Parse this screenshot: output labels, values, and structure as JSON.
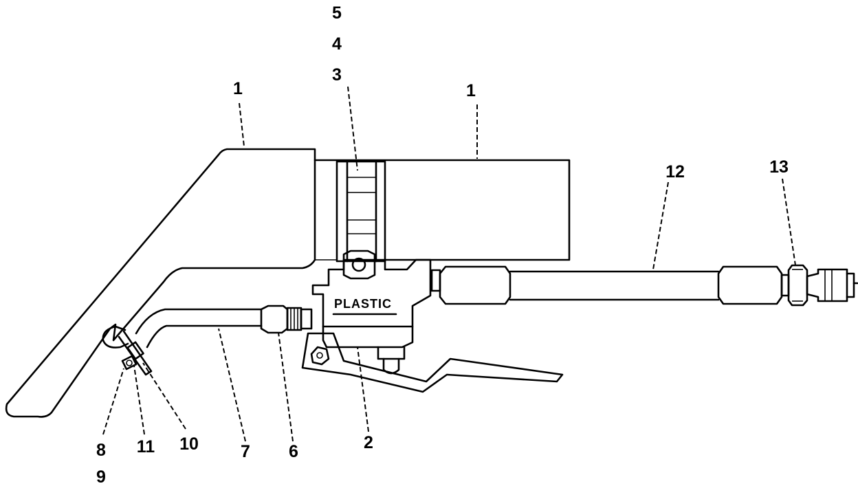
{
  "labels": {
    "l5": "5",
    "l4": "4",
    "l3": "3",
    "l1_left": "1",
    "l1_right": "1",
    "l12": "12",
    "l13": "13",
    "l2": "2",
    "l6": "6",
    "l7": "7",
    "l10": "10",
    "l11": "11",
    "l8": "8",
    "l9": "9"
  },
  "body_text": "PLASTIC"
}
